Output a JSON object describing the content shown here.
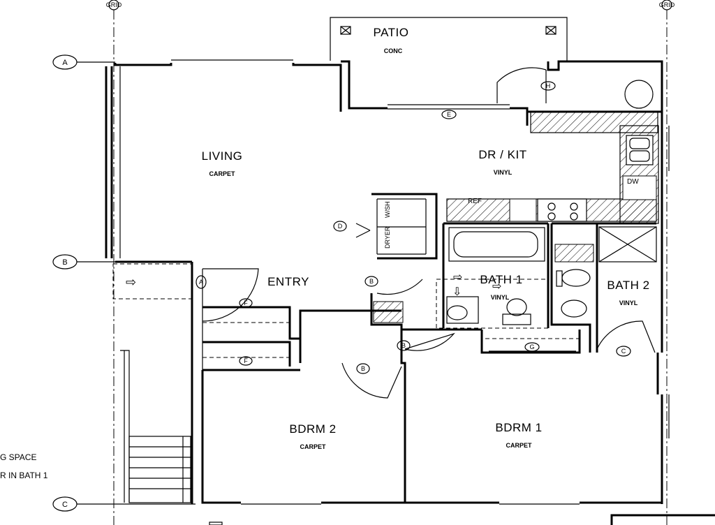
{
  "grid_markers": {
    "top_left": "GRID",
    "top_right": "GRID",
    "rows": [
      "A",
      "B",
      "C"
    ]
  },
  "rooms": {
    "patio": {
      "name": "PATIO",
      "finish": "CONC"
    },
    "living": {
      "name": "LIVING",
      "finish": "CARPET"
    },
    "dr_kit": {
      "name": "DR / KIT",
      "finish": "VINYL"
    },
    "entry": {
      "name": "ENTRY"
    },
    "bath1": {
      "name": "BATH 1",
      "finish": "VINYL"
    },
    "bath2": {
      "name": "BATH 2",
      "finish": "VINYL"
    },
    "bdrm2": {
      "name": "BDRM 2",
      "finish": "CARPET"
    },
    "bdrm1": {
      "name": "BDRM 1",
      "finish": "CARPET"
    }
  },
  "fixtures": {
    "ref": "REF",
    "dw": "DW",
    "washer": "W/SH",
    "dryer": "DRYER"
  },
  "door_tags": {
    "patio_slider": "E",
    "patio_swing": "H",
    "entry": "A",
    "laundry": "D",
    "bath1": "B",
    "bdrm1": "B",
    "bdrm2": "B",
    "bath2": "C",
    "closet_upper": "F",
    "closet_lower": "F",
    "bdrm1_closet": "G"
  },
  "notes": {
    "line1": "G SPACE",
    "line2": "R IN BATH 1"
  }
}
